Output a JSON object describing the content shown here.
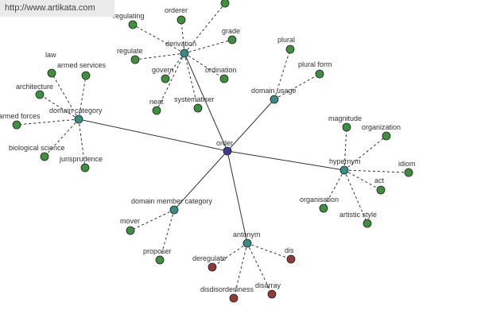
{
  "watermark": "http://www.artikata.com",
  "colors": {
    "center": "#3c3c8c",
    "hub": "#3a8a86",
    "leaf": "#3f8f3f",
    "antonym_leaf": "#8c3a3a",
    "edge": "#333333"
  },
  "center": {
    "id": "order",
    "label": "order"
  },
  "hubs": [
    {
      "id": "derivation",
      "label": "derivation",
      "leaves": [
        {
          "id": "orderer",
          "label": "orderer"
        },
        {
          "id": "d-top",
          "label": ""
        },
        {
          "id": "regulating",
          "label": "regulating"
        },
        {
          "id": "grade",
          "label": "grade"
        },
        {
          "id": "regulate",
          "label": "regulate"
        },
        {
          "id": "govern",
          "label": "govern"
        },
        {
          "id": "ordination",
          "label": "ordination"
        },
        {
          "id": "neat",
          "label": "neat"
        },
        {
          "id": "systematiser",
          "label": "systematiser"
        }
      ]
    },
    {
      "id": "domain-category",
      "label": "domain category",
      "leaves": [
        {
          "id": "law",
          "label": "law"
        },
        {
          "id": "armed-services",
          "label": "armed services"
        },
        {
          "id": "architecture",
          "label": "architecture"
        },
        {
          "id": "armed-forces",
          "label": "armed forces"
        },
        {
          "id": "biological-science",
          "label": "biological science"
        },
        {
          "id": "jurisprudence",
          "label": "jurisprudence"
        }
      ]
    },
    {
      "id": "domain-usage",
      "label": "domain usage",
      "leaves": [
        {
          "id": "plural",
          "label": "plural"
        },
        {
          "id": "plural-form",
          "label": "plural form"
        }
      ]
    },
    {
      "id": "hypernym",
      "label": "hypernym",
      "leaves": [
        {
          "id": "magnitude",
          "label": "magnitude"
        },
        {
          "id": "organization",
          "label": "organization"
        },
        {
          "id": "idiom",
          "label": "idiom"
        },
        {
          "id": "act",
          "label": "act"
        },
        {
          "id": "organisation",
          "label": "organisation"
        },
        {
          "id": "artistic-style",
          "label": "artistic style"
        }
      ]
    },
    {
      "id": "domain-member-category",
      "label": "domain member category",
      "leaves": [
        {
          "id": "mover",
          "label": "mover"
        },
        {
          "id": "proposer",
          "label": "proposer"
        }
      ]
    },
    {
      "id": "antonym",
      "label": "antonym",
      "antonym": true,
      "leaves": [
        {
          "id": "deregulate",
          "label": "deregulate"
        },
        {
          "id": "dis",
          "label": "dis"
        },
        {
          "id": "disdisorderliness",
          "label": "disdisorderliness"
        },
        {
          "id": "disarray",
          "label": "disarray"
        }
      ]
    }
  ]
}
